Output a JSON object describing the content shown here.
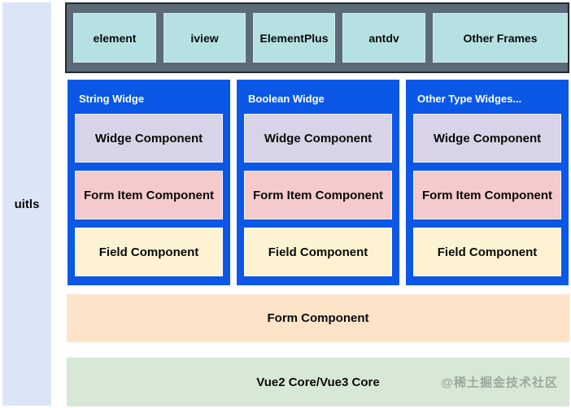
{
  "sidebar": {
    "label": "uitls",
    "bg": "#dbe5f7"
  },
  "frameworks_bar": {
    "bg": "#5b6b78",
    "item_bg": "#b5e1e2",
    "items": [
      {
        "label": "element"
      },
      {
        "label": "iview"
      },
      {
        "label": "ElementPlus"
      },
      {
        "label": "antdv"
      },
      {
        "label": "Other Frames"
      }
    ]
  },
  "widget_section": {
    "column_bg": "#0b57e6",
    "box_colors": {
      "widge": "#d8d3e6",
      "form_item": "#f4cacd",
      "field": "#fdf3d2"
    },
    "columns": [
      {
        "title": "String Widge",
        "boxes": [
          {
            "label": "Widge Component"
          },
          {
            "label": "Form Item Component"
          },
          {
            "label": "Field Component"
          }
        ]
      },
      {
        "title": "Boolean Widge",
        "boxes": [
          {
            "label": "Widge Component"
          },
          {
            "label": "Form Item Component"
          },
          {
            "label": "Field Component"
          }
        ]
      },
      {
        "title": "Other Type Widges...",
        "boxes": [
          {
            "label": "Widge Component"
          },
          {
            "label": "Form Item Component"
          },
          {
            "label": "Field Component"
          }
        ]
      }
    ]
  },
  "form_bar": {
    "label": "Form Component",
    "bg": "#fde4c9"
  },
  "core_bar": {
    "label": "Vue2 Core/Vue3 Core",
    "bg": "#d7e8d6"
  },
  "watermark": {
    "label": "@稀土掘金技术社区",
    "color": "#9ca79c"
  }
}
